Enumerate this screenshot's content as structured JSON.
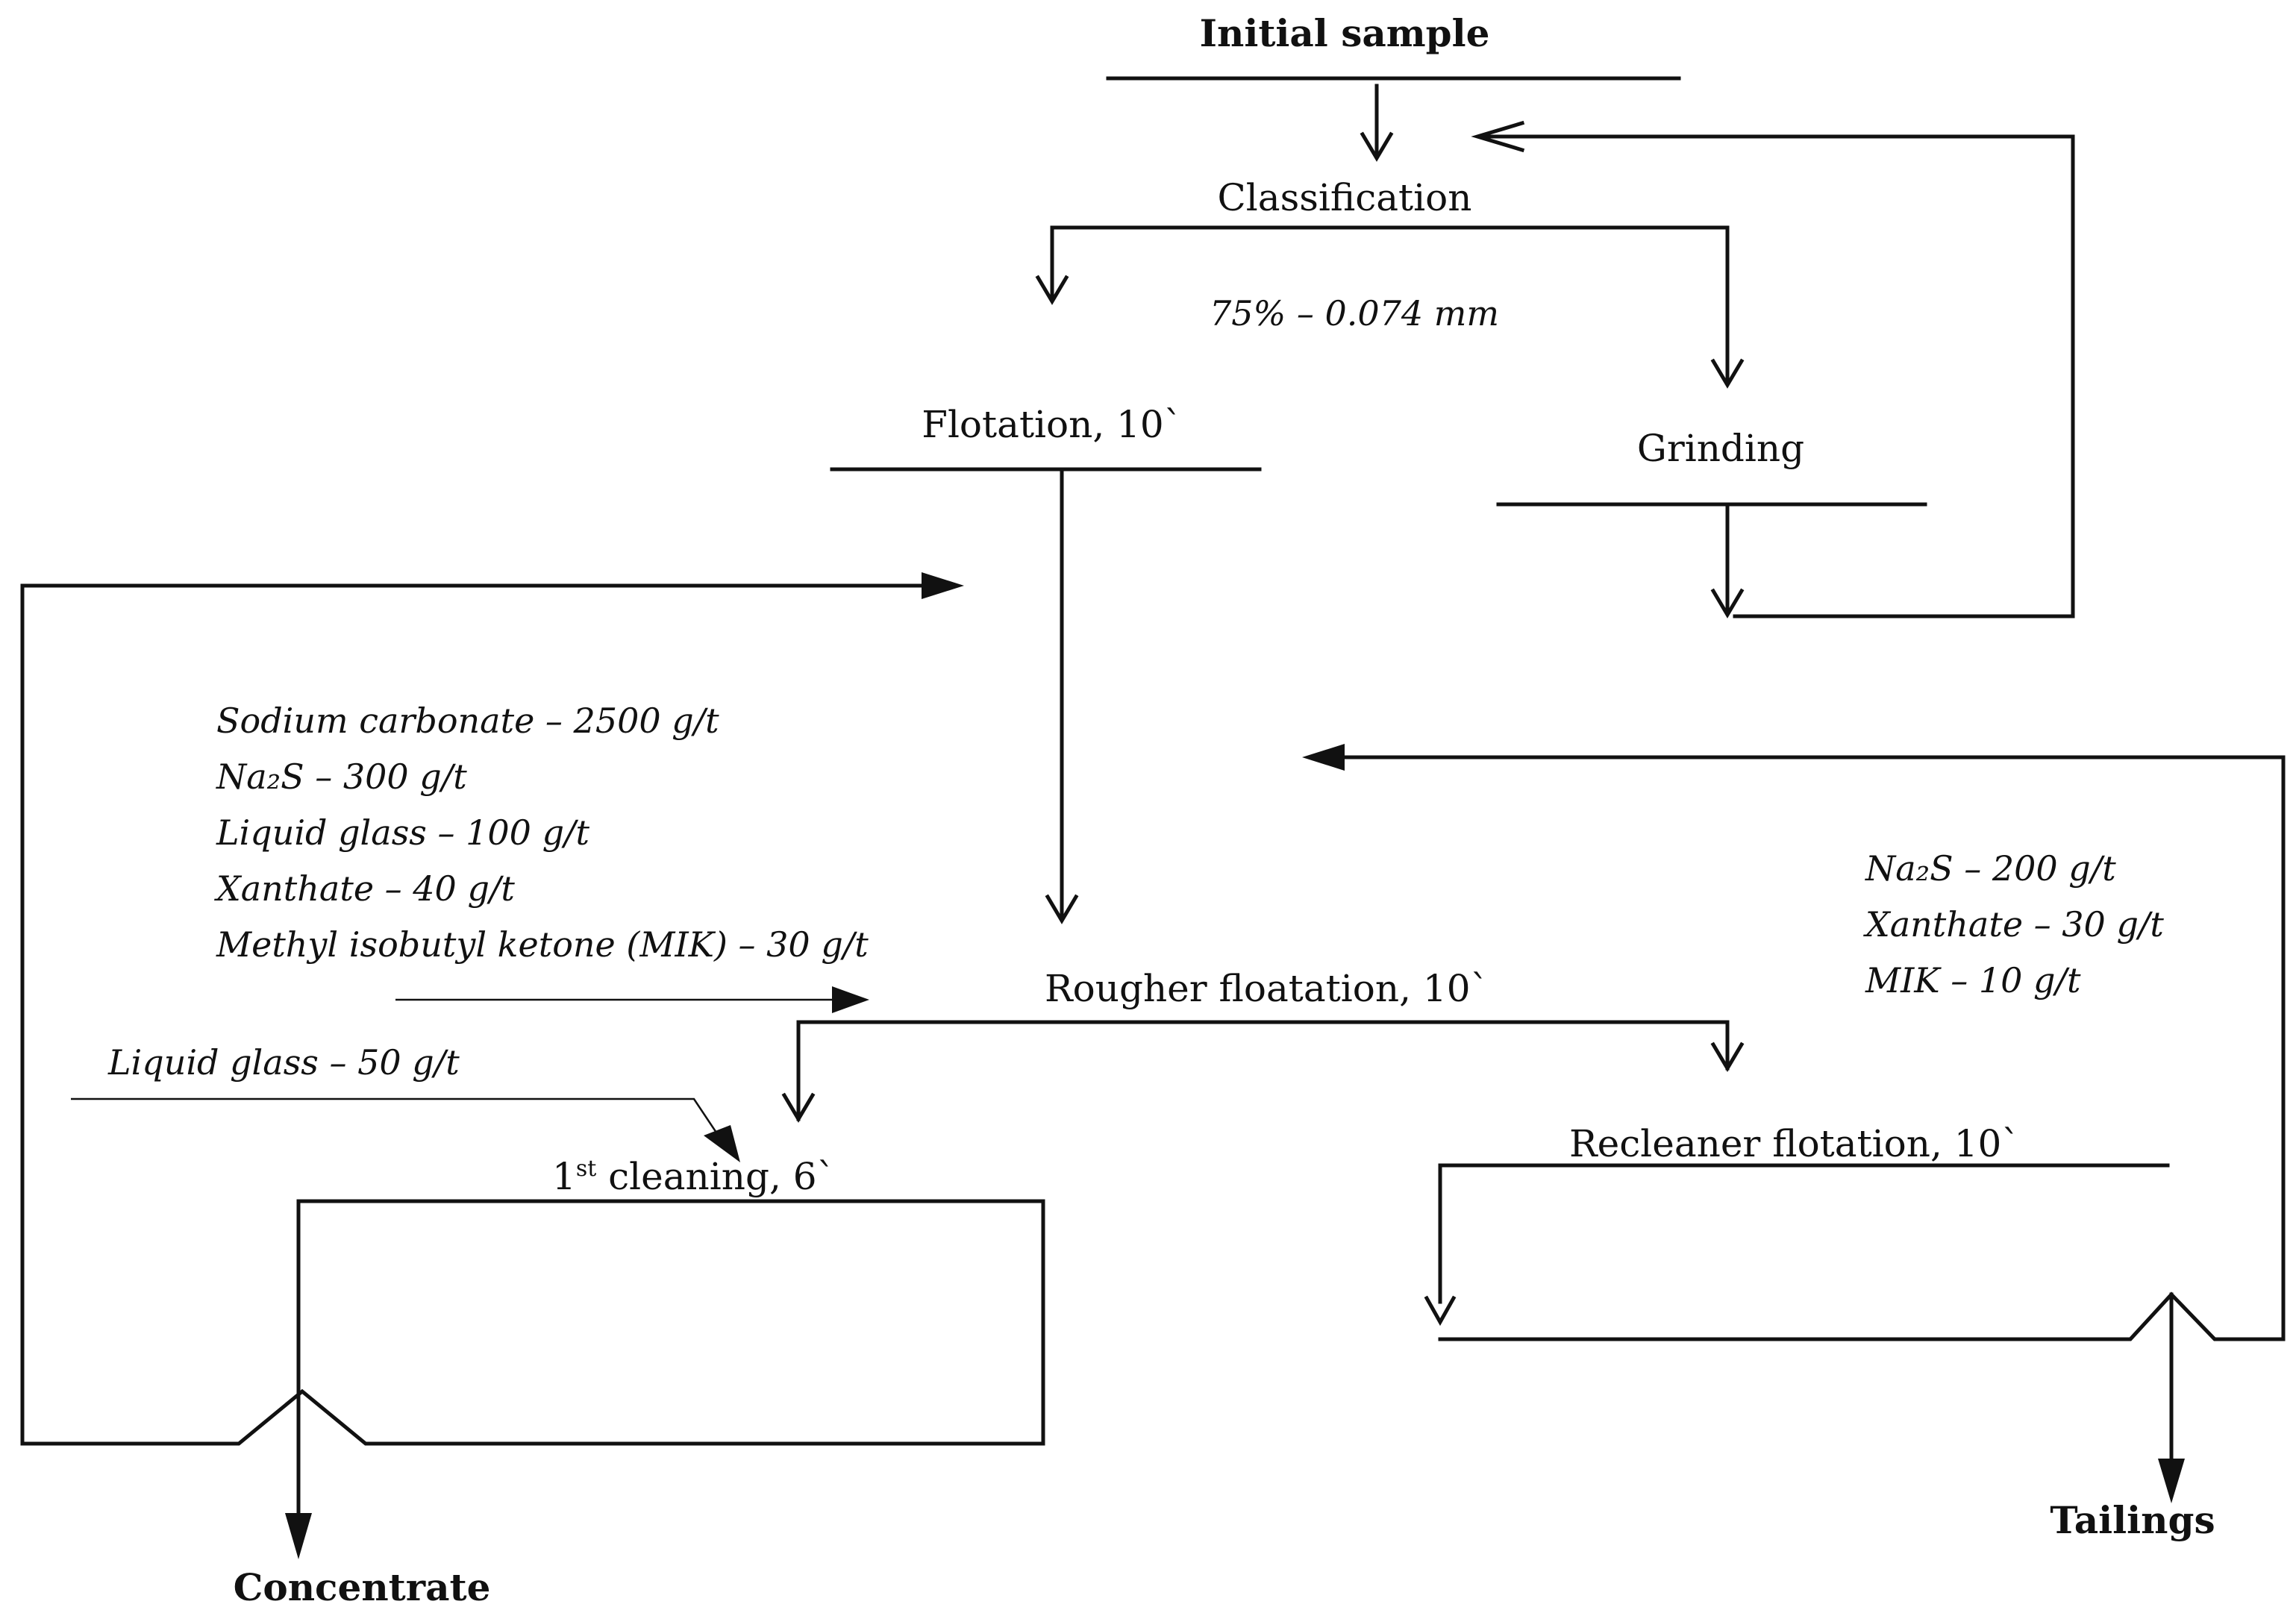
{
  "nodes": {
    "initial_sample": "Initial sample",
    "classification": "Classification",
    "size_spec": "75% – 0.074 mm",
    "flotation": "Flotation, 10`",
    "grinding": "Grinding",
    "rougher": "Rougher  floatation, 10`",
    "cleaning_sup": "1",
    "cleaning_sup_suffix": "st",
    "cleaning_rest": " cleaning, 6`",
    "recleaner": "Recleaner flotation, 10`",
    "concentrate": "Concentrate",
    "tailings": "Tailings"
  },
  "reagents_rougher": [
    "Sodium carbonate – 2500 g/t",
    "Na₂S – 300 g/t",
    "Liquid glass – 100 g/t",
    "Xanthate – 40 g/t",
    "Methyl isobutyl ketone (MIK) – 30 g/t"
  ],
  "reagent_cleaning": "Liquid glass – 50 g/t",
  "reagents_recleaner": [
    "Na₂S – 200 g/t",
    "Xanthate – 30 g/t",
    "MIK – 10 g/t"
  ]
}
